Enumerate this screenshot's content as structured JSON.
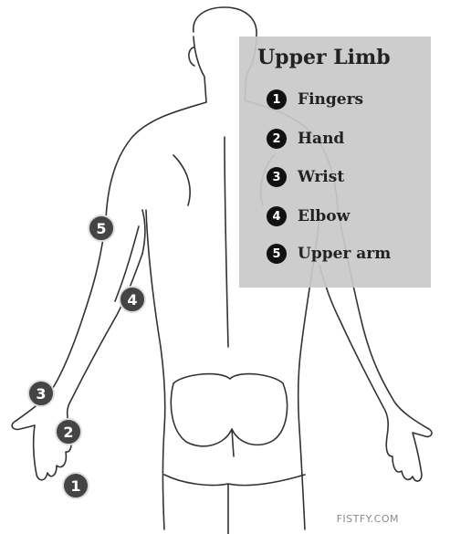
{
  "legend": {
    "title": "Upper Limb",
    "items": [
      {
        "number": "1",
        "label": "Fingers"
      },
      {
        "number": "2",
        "label": "Hand"
      },
      {
        "number": "3",
        "label": "Wrist"
      },
      {
        "number": "4",
        "label": "Elbow"
      },
      {
        "number": "5",
        "label": "Upper arm"
      }
    ]
  },
  "markers": [
    "1",
    "2",
    "3",
    "4",
    "5"
  ],
  "watermark": "FISTFY.COM",
  "colors": {
    "legend_background": "#c9c9c9",
    "marker_fill": "#444444",
    "outline": "#333333"
  }
}
